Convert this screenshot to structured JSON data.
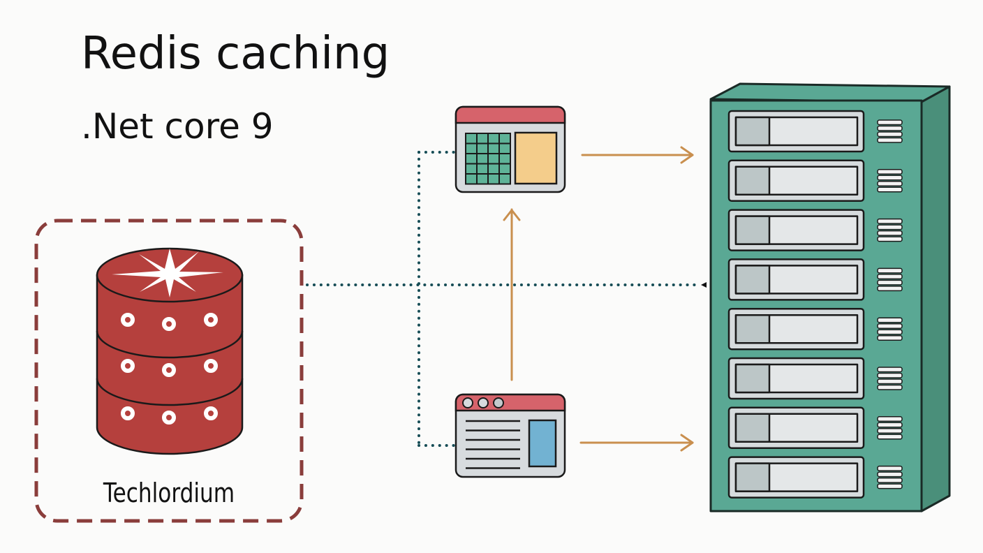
{
  "header": {
    "title": "Redis caching",
    "subtitle": ".Net core 9"
  },
  "database": {
    "label": "Techlordium",
    "icon": "redis-database-icon",
    "color": "#b5403d",
    "layers": 3,
    "dots_per_layer": 3
  },
  "app_windows": [
    {
      "name": "dashboard-window",
      "icon": "grid-table-window-icon",
      "header_color": "#d6636b",
      "grid_color": "#5fb398",
      "panel_color": "#f4cd8b"
    },
    {
      "name": "document-window",
      "icon": "browser-document-window-icon",
      "header_color": "#d6636b",
      "panel_color": "#72b2d2",
      "text_lines": 6,
      "window_dots": 3
    }
  ],
  "server": {
    "icon": "server-rack-icon",
    "color": "#5aa894",
    "side_color": "#4a8f7a",
    "drive_bays": 8
  },
  "connectors": {
    "dotted_color": "#174d56",
    "arrow_color": "#c98f4e"
  }
}
